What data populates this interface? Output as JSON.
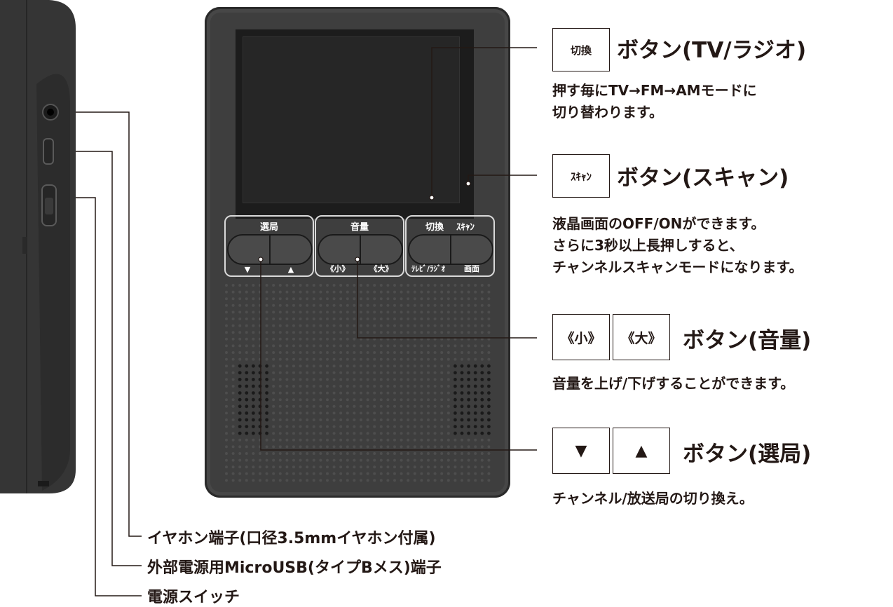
{
  "callouts": [
    {
      "keys": [
        "切換"
      ],
      "title": "ボタン(TV/ラジオ)",
      "desc": [
        "押す毎にTV→FM→AMモードに",
        "切り替わります。"
      ]
    },
    {
      "keys": [
        "ｽｷｬﾝ"
      ],
      "title": "ボタン(スキャン)",
      "desc": [
        "液晶画面のOFF/ONができます。",
        "さらに3秒以上長押しすると、",
        "チャンネルスキャンモードになります。"
      ]
    },
    {
      "keys": [
        "《小》",
        "《大》"
      ],
      "title": "ボタン(音量)",
      "desc": [
        "音量を上げ/下げすることができます。"
      ]
    },
    {
      "keys": [
        "▼",
        "▲"
      ],
      "title": "ボタン(選局)",
      "desc": [
        "チャンネル/放送局の切り換え。"
      ]
    }
  ],
  "side_labels": [
    "イヤホン端子(口径3.5mmイヤホン付属)",
    "外部電源用MicroUSB(タイプBメス)端子",
    "電源スイッチ"
  ],
  "panel": {
    "groups": [
      {
        "title": "選局",
        "left": "▼",
        "right": "▲"
      },
      {
        "title": "音量",
        "left": "《小》",
        "right": "《大》"
      },
      {
        "title": "切換    ｽｷｬﾝ",
        "left": "ﾃﾚﾋﾞ/ﾗｼﾞｵ",
        "right": "画面"
      }
    ]
  },
  "colors": {
    "device": "#3e3e3e",
    "screen": "#262626",
    "text": "#231815",
    "panel_border": "#d9d9d9"
  }
}
